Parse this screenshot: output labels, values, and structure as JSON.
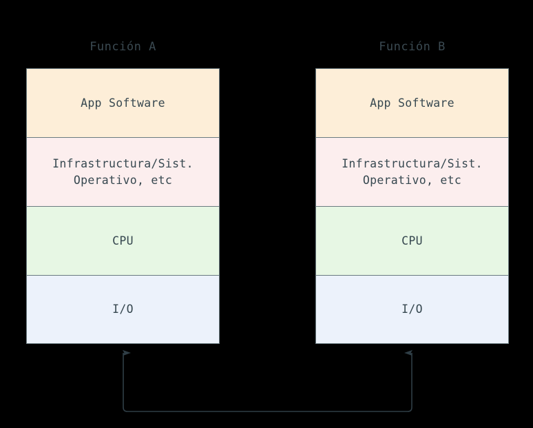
{
  "diagram": {
    "background_color": "#000000",
    "text_color": "#374850",
    "border_color": "#6a7a80",
    "connector_color": "#2f3e46",
    "columns": [
      {
        "title": "Función A",
        "layers": [
          {
            "label": "App Software",
            "color": "#fdeed8",
            "name": "app-software"
          },
          {
            "label": "Infrastructura/Sist.\nOperativo, etc",
            "color": "#fceeee",
            "name": "infrastructure-os"
          },
          {
            "label": "CPU",
            "color": "#e7f7e4",
            "name": "cpu"
          },
          {
            "label": "I/O",
            "color": "#ecf2fb",
            "name": "io"
          }
        ]
      },
      {
        "title": "Función B",
        "layers": [
          {
            "label": "App Software",
            "color": "#fdeed8",
            "name": "app-software"
          },
          {
            "label": "Infrastructura/Sist.\nOperativo, etc",
            "color": "#fceeee",
            "name": "infrastructure-os"
          },
          {
            "label": "CPU",
            "color": "#e7f7e4",
            "name": "cpu"
          },
          {
            "label": "I/O",
            "color": "#ecf2fb",
            "name": "io"
          }
        ]
      }
    ],
    "connector": {
      "name": "io-to-io-bidirectional-link",
      "style": "u-shaped-double-arrow",
      "arrow_direction": "both-up"
    }
  }
}
